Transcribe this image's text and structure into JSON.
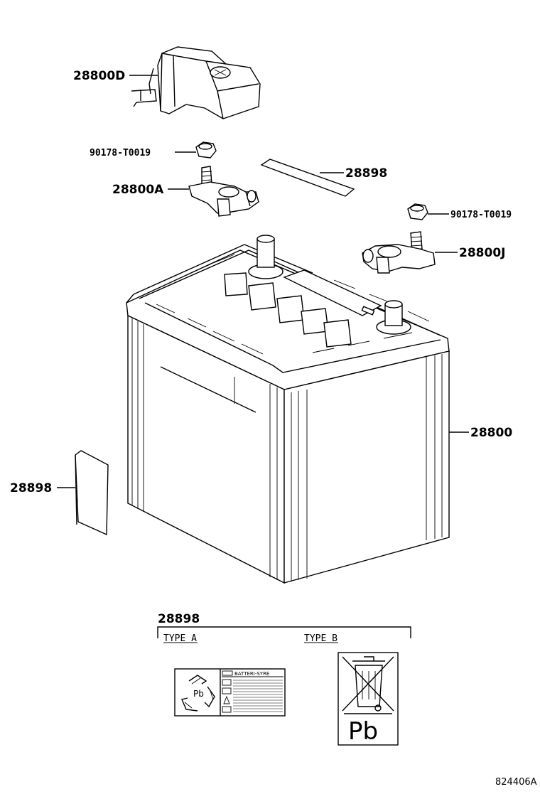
{
  "labels": {
    "p_28800D": "28800D",
    "p_90178_a": "90178-T0019",
    "p_28800A": "28800A",
    "p_28898_top": "28898",
    "p_90178_b": "90178-T0019",
    "p_28800J": "28800J",
    "p_28800": "28800",
    "p_28898_left": "28898"
  },
  "legend": {
    "part_no": "28898",
    "type_a": "TYPE A",
    "type_b": "TYPE B",
    "pb_small": "Pb",
    "sticker_header": "BATTERI-SYRE",
    "pb_large": "Pb"
  },
  "figure_id": "824406A"
}
